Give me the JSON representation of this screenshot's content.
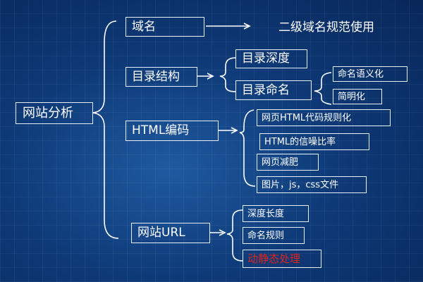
{
  "root": "网站分析",
  "domain": {
    "label": "域名",
    "note": "二级域名规范使用"
  },
  "directory": {
    "label": "目录结构",
    "depth": "目录深度",
    "naming": "目录命名",
    "naming_children": [
      "命名语义化",
      "简明化"
    ]
  },
  "html": {
    "label": "HTML编码",
    "children": [
      "网页HTML代码规则化",
      "HTML的信噪比率",
      "网页减肥",
      "图片，js，css文件"
    ]
  },
  "url": {
    "label": "网站URL",
    "children": [
      "深度长度",
      "命名规则",
      "动静态处理"
    ]
  },
  "colors": {
    "background": "#0e3a78",
    "highlight": "#e0231b"
  }
}
